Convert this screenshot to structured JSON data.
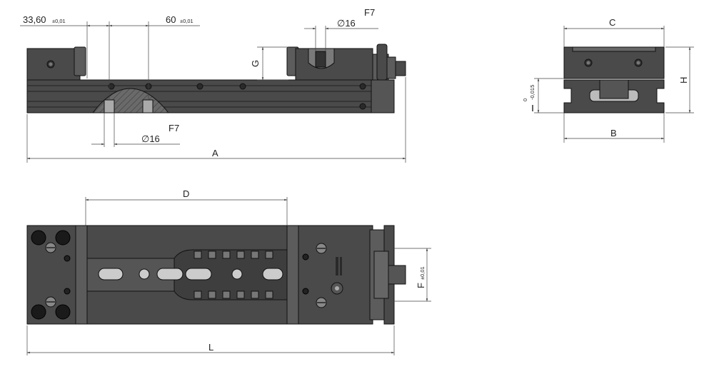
{
  "labels": {
    "a": "A",
    "b": "B",
    "c": "C",
    "d": "D",
    "f": "F",
    "f_tol": "±0,01",
    "g": "G",
    "h": "H",
    "l": "L",
    "dim_3360": "33,60",
    "dim_3360_tol": "±0,01",
    "dim_60": "60",
    "dim_60_tol": "±0,01",
    "f7_top": "F7",
    "f7_bottom": "F7",
    "dia16_top": "∅16",
    "dia16_bottom": "∅16",
    "tol_zero": "0",
    "tol_minus": "-0,015"
  },
  "colors": {
    "body": "#4a4a4a",
    "body_mid": "#5c5c5c",
    "edge": "#111111",
    "dimension_line": "#444444",
    "section_hatch": "#7a7a7a"
  }
}
